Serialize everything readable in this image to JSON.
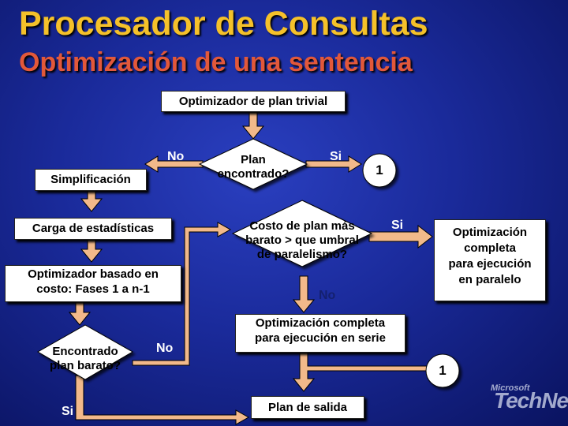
{
  "title": "Procesador de Consultas",
  "subtitle": "Optimización de una sentencia",
  "nodes": {
    "trivial": "Optimizador de plan trivial",
    "plan_found": [
      "Plan",
      "encontrado?"
    ],
    "connector_top": "1",
    "simplification": "Simplificación",
    "statistics": "Carga de estadísticas",
    "cost_optimizer": [
      "Optimizador basado en",
      "costo: Fases 1 a n-1"
    ],
    "cheap_plan": [
      "Encontrado",
      "plan barato?"
    ],
    "cost_threshold": [
      "Costo de plan más",
      "barato > que umbral",
      "de paralelismo?"
    ],
    "parallel": [
      "Optimización",
      "completa",
      "para ejecución",
      "en paralelo"
    ],
    "serial": [
      "Optimización completa",
      "para ejecución en serie"
    ],
    "connector_bottom": "1",
    "output": "Plan de salida"
  },
  "edge_labels": {
    "plan_no": "No",
    "plan_si": "Si",
    "threshold_si": "Si",
    "threshold_no": "No",
    "cheap_no": "No",
    "cheap_si": "Si"
  },
  "logo": {
    "line1": "Microsoft",
    "line2": "TechNet"
  },
  "colors": {
    "connector": "#f2b98a",
    "title": "#f5c12a",
    "subtitle": "#e2583a",
    "box": "#ffffff"
  }
}
